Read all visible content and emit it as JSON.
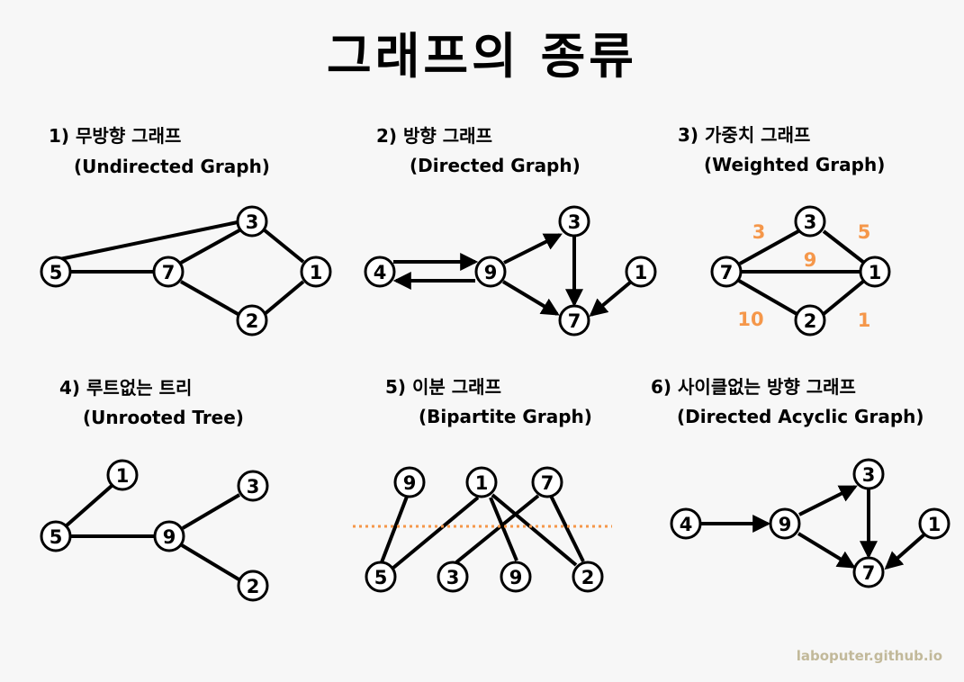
{
  "title": "그래프의 종류",
  "footer": "laboputer.github.io",
  "colors": {
    "background": "#f7f7f7",
    "weight_color": "#f5974a",
    "footer_color": "#c2b99a",
    "bipartite_divider": "#f5974a"
  },
  "sections": [
    {
      "title": "1) 무방향 그래프",
      "subtitle": "(Undirected Graph)",
      "nodes": [
        "5",
        "7",
        "3",
        "1",
        "2"
      ],
      "edges": [
        [
          "5",
          "3"
        ],
        [
          "5",
          "7"
        ],
        [
          "7",
          "3"
        ],
        [
          "3",
          "1"
        ],
        [
          "7",
          "2"
        ],
        [
          "2",
          "1"
        ]
      ],
      "directed": false
    },
    {
      "title": "2) 방향 그래프",
      "subtitle": "(Directed Graph)",
      "nodes": [
        "4",
        "9",
        "3",
        "7",
        "1"
      ],
      "edges": [
        [
          "4",
          "9"
        ],
        [
          "9",
          "4"
        ],
        [
          "9",
          "3"
        ],
        [
          "9",
          "7"
        ],
        [
          "3",
          "7"
        ],
        [
          "1",
          "7"
        ]
      ],
      "directed": true
    },
    {
      "title": "3) 가중치 그래프",
      "subtitle": "(Weighted Graph)",
      "nodes": [
        "7",
        "3",
        "1",
        "2"
      ],
      "edges": [
        [
          "7",
          "3",
          3
        ],
        [
          "3",
          "1",
          5
        ],
        [
          "7",
          "1",
          9
        ],
        [
          "7",
          "2",
          10
        ],
        [
          "2",
          "1",
          1
        ]
      ],
      "directed": false,
      "weights": [
        "3",
        "5",
        "9",
        "10",
        "1"
      ]
    },
    {
      "title": "4) 루트없는 트리",
      "subtitle": "(Unrooted Tree)",
      "nodes": [
        "1",
        "5",
        "9",
        "3",
        "2"
      ],
      "edges": [
        [
          "5",
          "1"
        ],
        [
          "5",
          "9"
        ],
        [
          "9",
          "3"
        ],
        [
          "9",
          "2"
        ]
      ],
      "directed": false
    },
    {
      "title": "5) 이분 그래프",
      "subtitle": "(Bipartite Graph)",
      "top_nodes": [
        "9",
        "1",
        "7"
      ],
      "bottom_nodes": [
        "5",
        "3",
        "9",
        "2"
      ],
      "edges": [
        [
          "9",
          "5"
        ],
        [
          "1",
          "5"
        ],
        [
          "1",
          "9"
        ],
        [
          "1",
          "2"
        ],
        [
          "7",
          "3"
        ],
        [
          "7",
          "2"
        ]
      ],
      "directed": false
    },
    {
      "title": "6) 사이클없는 방향 그래프",
      "subtitle": "(Directed Acyclic Graph)",
      "nodes": [
        "4",
        "9",
        "3",
        "7",
        "1"
      ],
      "edges": [
        [
          "4",
          "9"
        ],
        [
          "9",
          "3"
        ],
        [
          "9",
          "7"
        ],
        [
          "3",
          "7"
        ],
        [
          "1",
          "7"
        ]
      ],
      "directed": true
    }
  ]
}
